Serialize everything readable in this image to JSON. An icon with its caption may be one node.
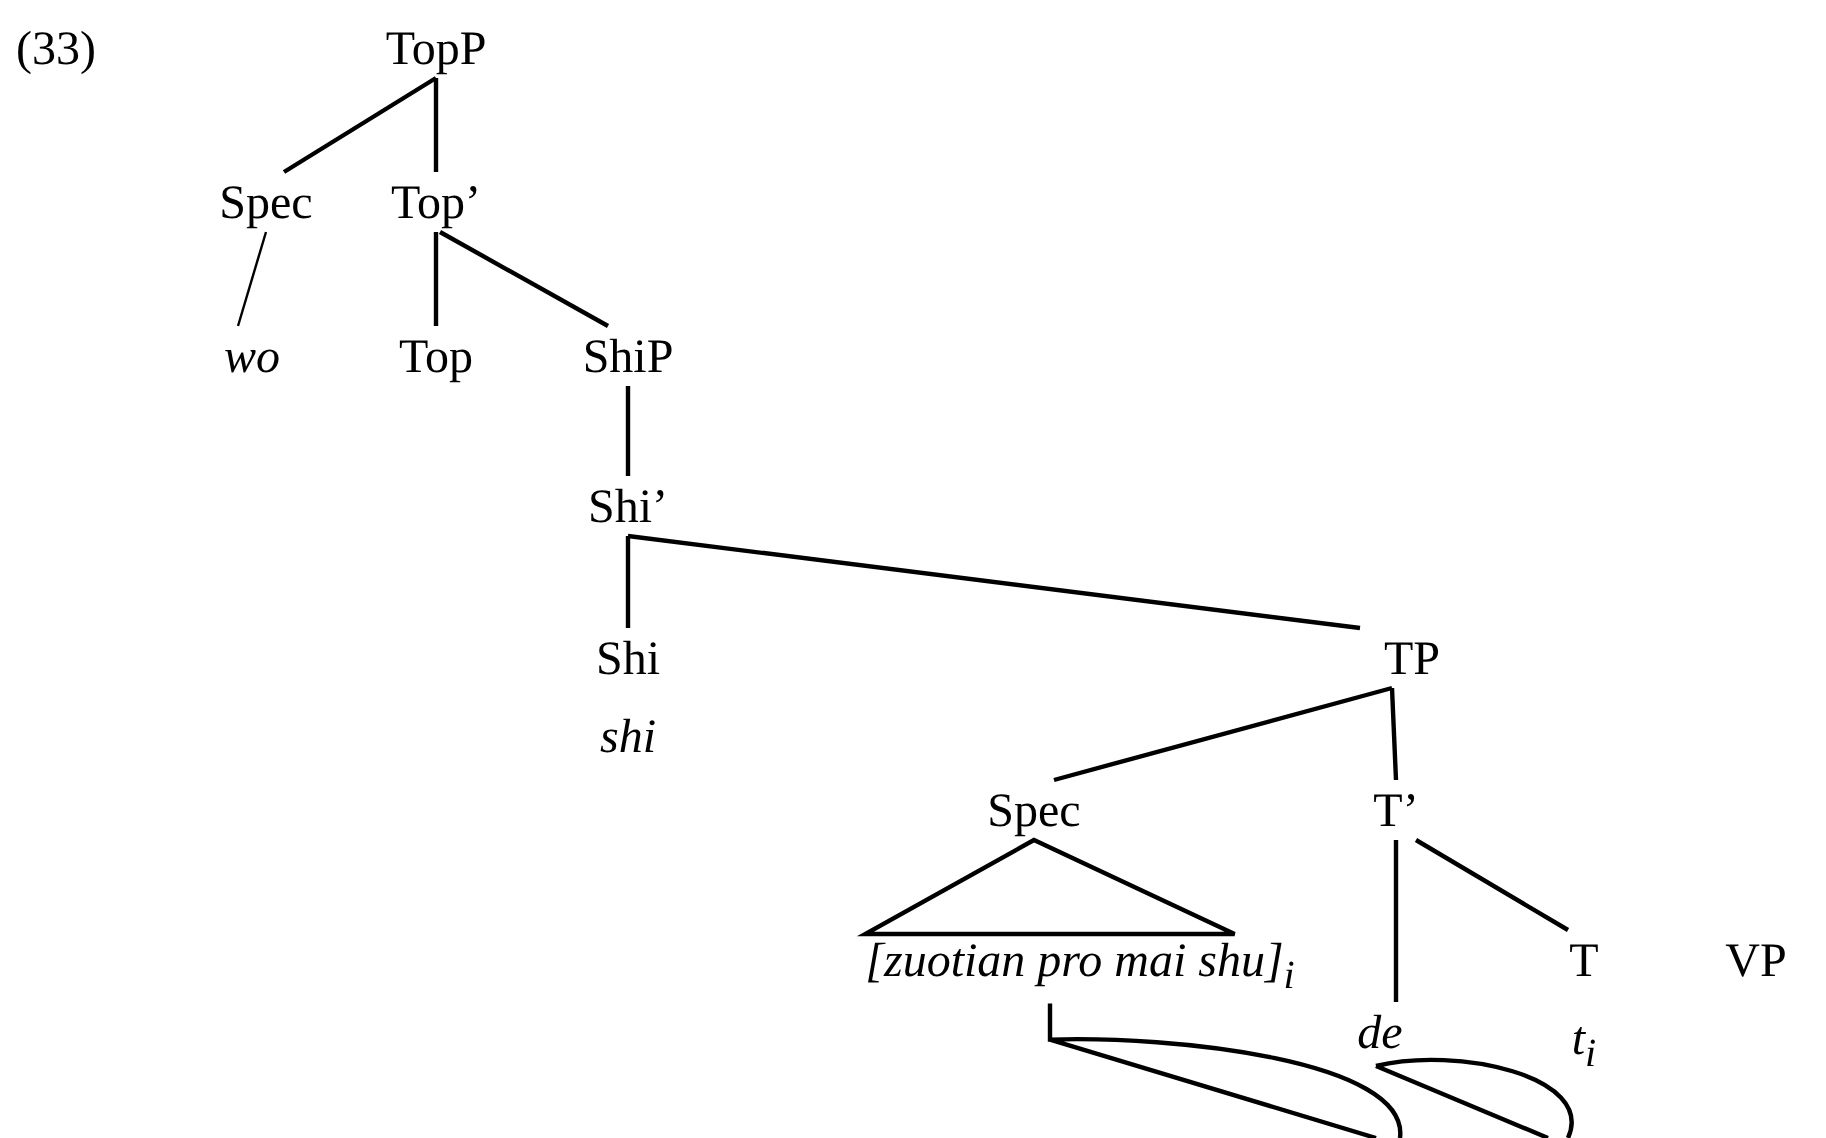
{
  "diagram": {
    "nodes": [
      {
        "text": [
          "TopP"
        ]
      },
      {
        "text": [
          "Spec"
        ]
      },
      {
        "text": [
          "Top’"
        ]
      },
      {
        "text": [
          "wo"
        ]
      },
      {
        "text": [
          "Top"
        ]
      },
      {
        "text": [
          "ShiP"
        ]
      },
      {
        "text": [
          "Shi’"
        ]
      },
      {
        "text": [
          "Shi",
          "shi"
        ]
      },
      {
        "text": [
          "TP"
        ]
      },
      {
        "text": [
          "Spec"
        ]
      },
      {
        "text": [
          "T’"
        ]
      },
      {
        "text": [
          "[zuotian pro mai shu]$_{i}$"
        ]
      },
      {
        "text": [
          "de"
        ]
      },
      {
        "text": [
          "T",
          "t$_{i}$"
        ]
      },
      {
        "text": [
          "VP"
        ]
      }
    ],
    "edges": [
      {
        "from": 0,
        "to": 1,
        "arrow": "none"
      },
      {
        "from": 0,
        "to": 2,
        "arrow": "none"
      },
      {
        "from": 1,
        "to": 3,
        "arrow": "none"
      },
      {
        "from": 2,
        "to": 4,
        "arrow": "none"
      },
      {
        "from": 2,
        "to": 5,
        "arrow": "none"
      },
      {
        "from": 5,
        "to": 6,
        "arrow": "none"
      },
      {
        "from": 6,
        "to": 7,
        "arrow": "none"
      },
      {
        "from": 6,
        "to": 8,
        "arrow": "none"
      },
      {
        "from": 8,
        "to": 9,
        "arrow": "none"
      },
      {
        "from": 8,
        "to": 10,
        "arrow": "none"
      },
      {
        "from": 9,
        "to": 11,
        "arrow": "none"
      },
      {
        "from": 10,
        "to": 12,
        "arrow": "none"
      },
      {
        "from": 10,
        "to": 13,
        "arrow": "none"
      },
      {
        "from": 11,
        "to": null,
        "arrow": "none"
      },
      {
        "from": 12,
        "to": null,
        "arrow": "none"
      }
    ],
    "labels": [
      "(33)"
    ]
  }
}
